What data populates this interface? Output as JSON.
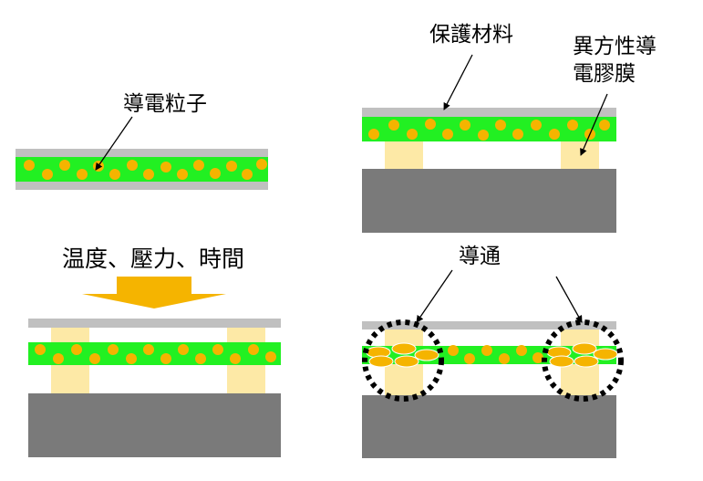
{
  "labels": {
    "conductive_particles": "導電粒子",
    "process_conditions": "温度、壓力、時間",
    "protective_material": "保護材料",
    "acf_line1": "異方性導",
    "acf_line2": "電膠膜",
    "conduction": "導通"
  },
  "colors": {
    "film_gray": "#c0c0c0",
    "acf_green": "#22f022",
    "particle_orange": "#f5b400",
    "pad_cream": "#fde9a6",
    "substrate_gray": "#7a7a7a",
    "arrow_orange": "#f5b400",
    "outline_black": "#000000"
  }
}
